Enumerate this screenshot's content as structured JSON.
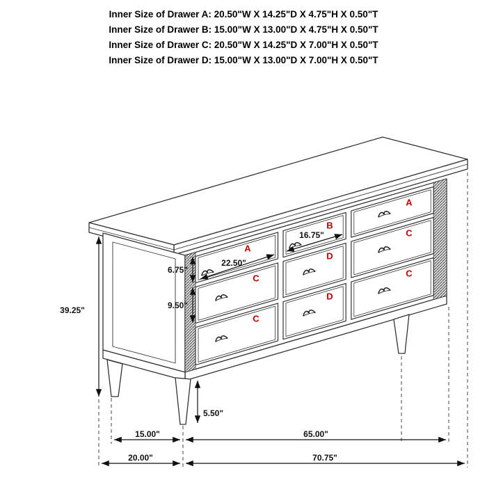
{
  "header": {
    "lines": [
      "Inner Size of Drawer A: 20.50\"W X 14.25\"D X 4.75\"H X 0.50\"T",
      "Inner Size of Drawer B: 15.00\"W X 13.00\"D X 4.75\"H X 0.50\"T",
      "Inner Size of Drawer C: 20.50\"W X 14.25\"D X 7.00\"H X 0.50\"T",
      "Inner Size of Drawer D: 15.00\"W X 13.00\"D X 7.00\"H X 0.50\"T"
    ]
  },
  "drawers": {
    "letters": {
      "left_top": "A",
      "left_mid": "C",
      "left_bottom": "C",
      "mid_top": "B",
      "mid_mid": "D",
      "mid_bottom": "D",
      "right_top": "A",
      "right_mid": "C",
      "right_bottom": "C"
    }
  },
  "dimensions": {
    "overall_height": "39.25\"",
    "drawer_b_front_width": "16.75\"",
    "drawer_a_front_width": "22.50\"",
    "row1_front_height": "6.75\"",
    "row2_front_height": "9.50\"",
    "leg_height": "5.50\"",
    "leg_span_depth": "15.00\"",
    "case_width": "65.00\"",
    "overall_depth": "20.00\"",
    "overall_width": "70.75\""
  },
  "colors": {
    "line": "#333333",
    "dimension": "#111111",
    "letter": "#c40000"
  }
}
